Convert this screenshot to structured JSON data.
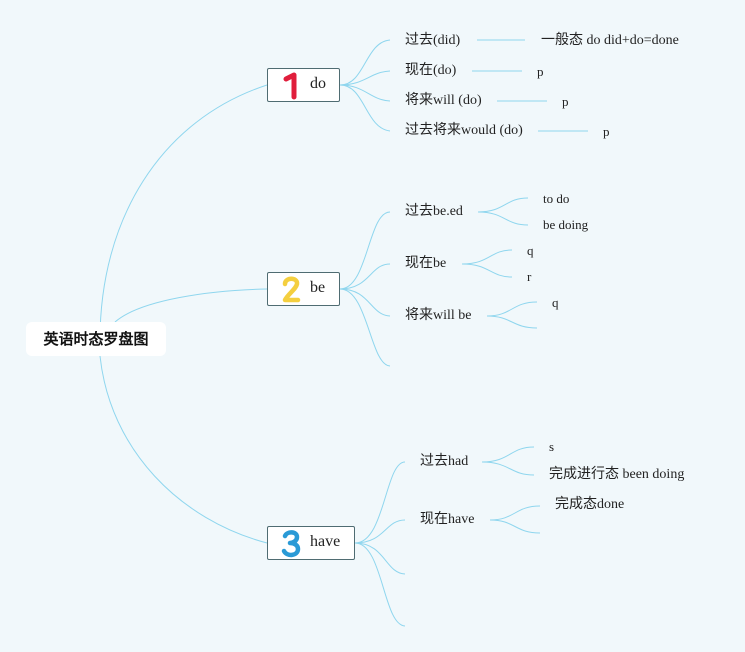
{
  "root": {
    "label": "英语时态罗盘图"
  },
  "topics": [
    {
      "number": "1",
      "label": "do"
    },
    {
      "number": "2",
      "label": "be"
    },
    {
      "number": "3",
      "label": "have"
    }
  ],
  "colors": {
    "line": "#8fd6ee",
    "topic1": "#e01e3c",
    "topic2": "#f4cf3f",
    "topic3": "#2a9ad6",
    "background": "#f1f8fb"
  },
  "do": [
    {
      "label": "过去(did)",
      "detail": "一般态 do did+do=done"
    },
    {
      "label": "现在(do)",
      "detail": "p"
    },
    {
      "label": "将来will (do)",
      "detail": "p"
    },
    {
      "label": "过去将来would (do)",
      "detail": "p"
    }
  ],
  "be": [
    {
      "label": "过去be.ed",
      "children": [
        "to do",
        "be doing"
      ]
    },
    {
      "label": "现在be",
      "children": [
        "q",
        "r"
      ]
    },
    {
      "label": "将来will be",
      "children": [
        "q"
      ]
    }
  ],
  "have": [
    {
      "label": "过去had",
      "children": [
        "s",
        "完成进行态 been doing"
      ]
    },
    {
      "label": "现在have",
      "children": [
        "完成态done"
      ]
    }
  ]
}
